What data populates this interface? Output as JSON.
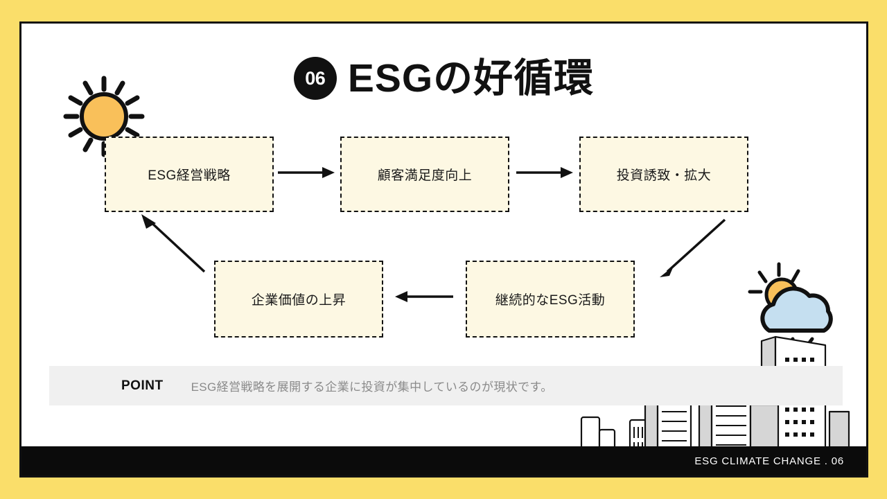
{
  "slide": {
    "border_color": "#FADE6A",
    "card_background": "#ffffff",
    "number_badge": "06",
    "title": "ESGの好循環"
  },
  "flow": {
    "box_fill": "#FDF8E3",
    "boxes": [
      {
        "id": "box-1",
        "label": "ESG経営戦略"
      },
      {
        "id": "box-2",
        "label": "顧客満足度向上"
      },
      {
        "id": "box-3",
        "label": "投資誘致・拡大"
      },
      {
        "id": "box-4",
        "label": "企業価値の上昇"
      },
      {
        "id": "box-5",
        "label": "継続的なESG活動"
      }
    ],
    "arrows": [
      {
        "id": "arrow-1",
        "direction": "right",
        "from": "ESG経営戦略",
        "to": "顧客満足度向上"
      },
      {
        "id": "arrow-2",
        "direction": "right",
        "from": "顧客満足度向上",
        "to": "投資誘致・拡大"
      },
      {
        "id": "arrow-3",
        "direction": "left",
        "from": "継続的なESG活動",
        "to": "企業価値の上昇"
      },
      {
        "id": "arrow-diag-right",
        "direction": "down-left",
        "from": "投資誘致・拡大",
        "to": "継続的なESG活動"
      },
      {
        "id": "arrow-diag-left",
        "direction": "up-left",
        "from": "企業価値の上昇",
        "to": "ESG経営戦略"
      }
    ]
  },
  "icons": {
    "sun": {
      "name": "sun-icon",
      "body_color": "#F9C05A",
      "outline_color": "#111111"
    },
    "rain_cloud": {
      "name": "rain-cloud-icon",
      "cloud_color": "#C5DFF0",
      "sun_color": "#F9C05A",
      "outline_color": "#111111"
    },
    "city": {
      "name": "city-skyline-icon",
      "building_color": "#FFFFFF",
      "shade_color": "#D6D6D6",
      "outline_color": "#111111"
    }
  },
  "point": {
    "label": "POINT",
    "text": "ESG経営戦略を展開する企業に投資が集中しているのが現状です。",
    "band_color": "#F0F0F0"
  },
  "footer": {
    "text": "ESG CLIMATE CHANGE . 06",
    "background": "#0b0b0b"
  }
}
